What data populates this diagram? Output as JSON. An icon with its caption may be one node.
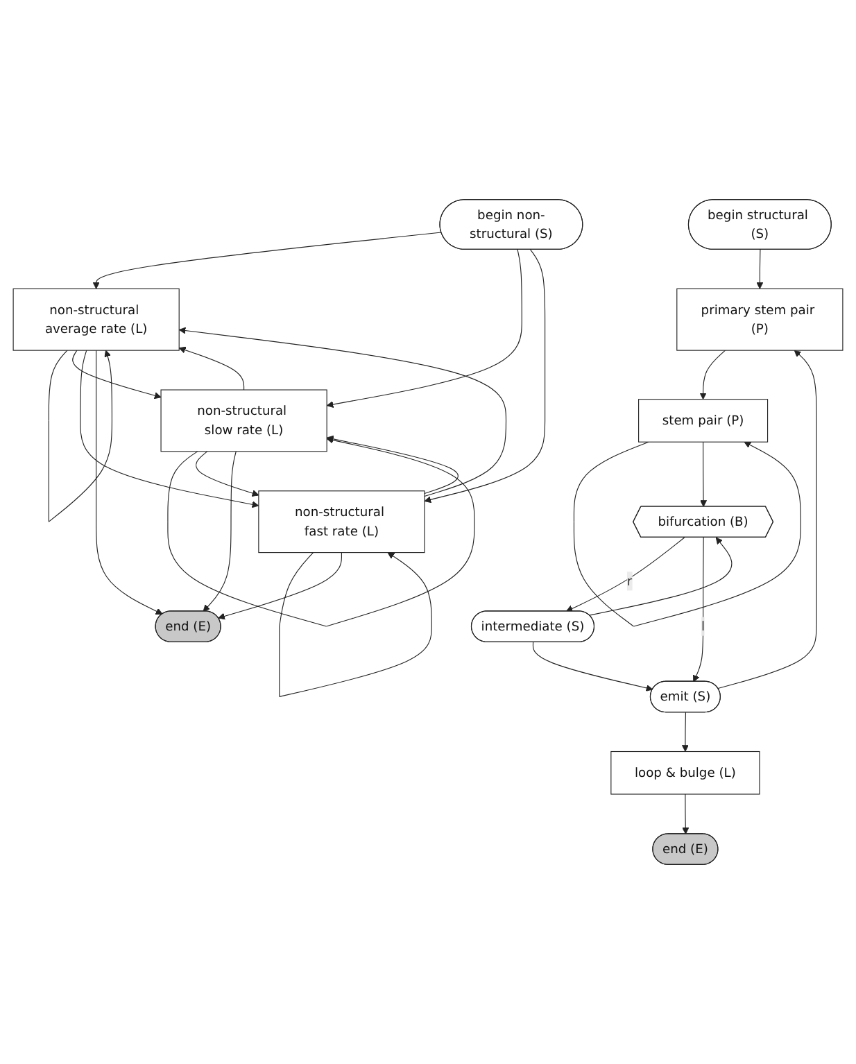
{
  "diagram": {
    "nodes": [
      {
        "text": [
          "begin non-structural (S)"
        ]
      },
      {
        "text": [
          "non-structural average rate (L)"
        ]
      },
      {
        "text": [
          "non-structural slow rate (L)"
        ]
      },
      {
        "text": [
          "non-structural fast rate (L)"
        ]
      },
      {
        "text": [
          "end (E)"
        ]
      },
      {
        "text": [
          "begin structural (S)"
        ]
      },
      {
        "text": [
          "primary stem pair (P)"
        ]
      },
      {
        "text": [
          "stem pair (P)"
        ]
      },
      {
        "text": [
          "bifurcation (B)"
        ]
      },
      {
        "text": [
          "intermediate (S)"
        ]
      },
      {
        "text": [
          "emit (S)"
        ]
      },
      {
        "text": [
          "loop & bulge (L)"
        ]
      },
      {
        "text": [
          "end (E)"
        ]
      }
    ],
    "edges": [
      {
        "from": 0,
        "to": 1,
        "arrow": "to"
      },
      {
        "from": 0,
        "to": 2,
        "arrow": "to"
      },
      {
        "from": 0,
        "to": 3,
        "arrow": "to"
      },
      {
        "from": 1,
        "to": 1,
        "arrow": "to"
      },
      {
        "from": 1,
        "to": 2,
        "arrow": "to"
      },
      {
        "from": 2,
        "to": 1,
        "arrow": "to"
      },
      {
        "from": 1,
        "to": 3,
        "arrow": "to"
      },
      {
        "from": 3,
        "to": 1,
        "arrow": "to"
      },
      {
        "from": 1,
        "to": 4,
        "arrow": "to"
      },
      {
        "from": 2,
        "to": 2,
        "arrow": "to"
      },
      {
        "from": 2,
        "to": 3,
        "arrow": "to"
      },
      {
        "from": 3,
        "to": 2,
        "arrow": "to"
      },
      {
        "from": 2,
        "to": 4,
        "arrow": "to"
      },
      {
        "from": 3,
        "to": 3,
        "arrow": "to"
      },
      {
        "from": 3,
        "to": 4,
        "arrow": "to"
      },
      {
        "from": 5,
        "to": 6,
        "arrow": "to"
      },
      {
        "from": 6,
        "to": 7,
        "arrow": "to"
      },
      {
        "from": 7,
        "to": 7,
        "arrow": "to"
      },
      {
        "from": 7,
        "to": 8,
        "arrow": "to"
      },
      {
        "from": 8,
        "to": 9,
        "label": "r",
        "arrow": "to"
      },
      {
        "from": 8,
        "to": 10,
        "label": "l",
        "arrow": "to"
      },
      {
        "from": 9,
        "to": 8,
        "arrow": "to"
      },
      {
        "from": 9,
        "to": 10,
        "arrow": "to"
      },
      {
        "from": 10,
        "to": 6,
        "arrow": "to"
      },
      {
        "from": 10,
        "to": 11,
        "arrow": "to"
      },
      {
        "from": 11,
        "to": 12,
        "arrow": "to"
      }
    ]
  }
}
